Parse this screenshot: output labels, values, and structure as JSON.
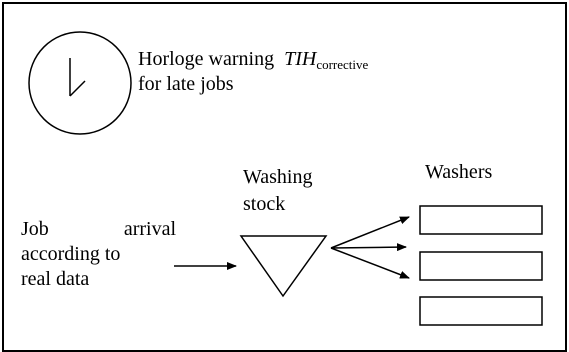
{
  "clock": {
    "caption_prefix": "Horloge warning",
    "caption_var": "TIH",
    "caption_sub": "corrective",
    "caption_line2": "for late jobs"
  },
  "stock": {
    "label_line1": "Washing",
    "label_line2": "stock"
  },
  "washers": {
    "label": "Washers",
    "count": 3
  },
  "arrival": {
    "word1": "Job",
    "word2": "arrival",
    "line2": "according to",
    "line3": "real data"
  }
}
